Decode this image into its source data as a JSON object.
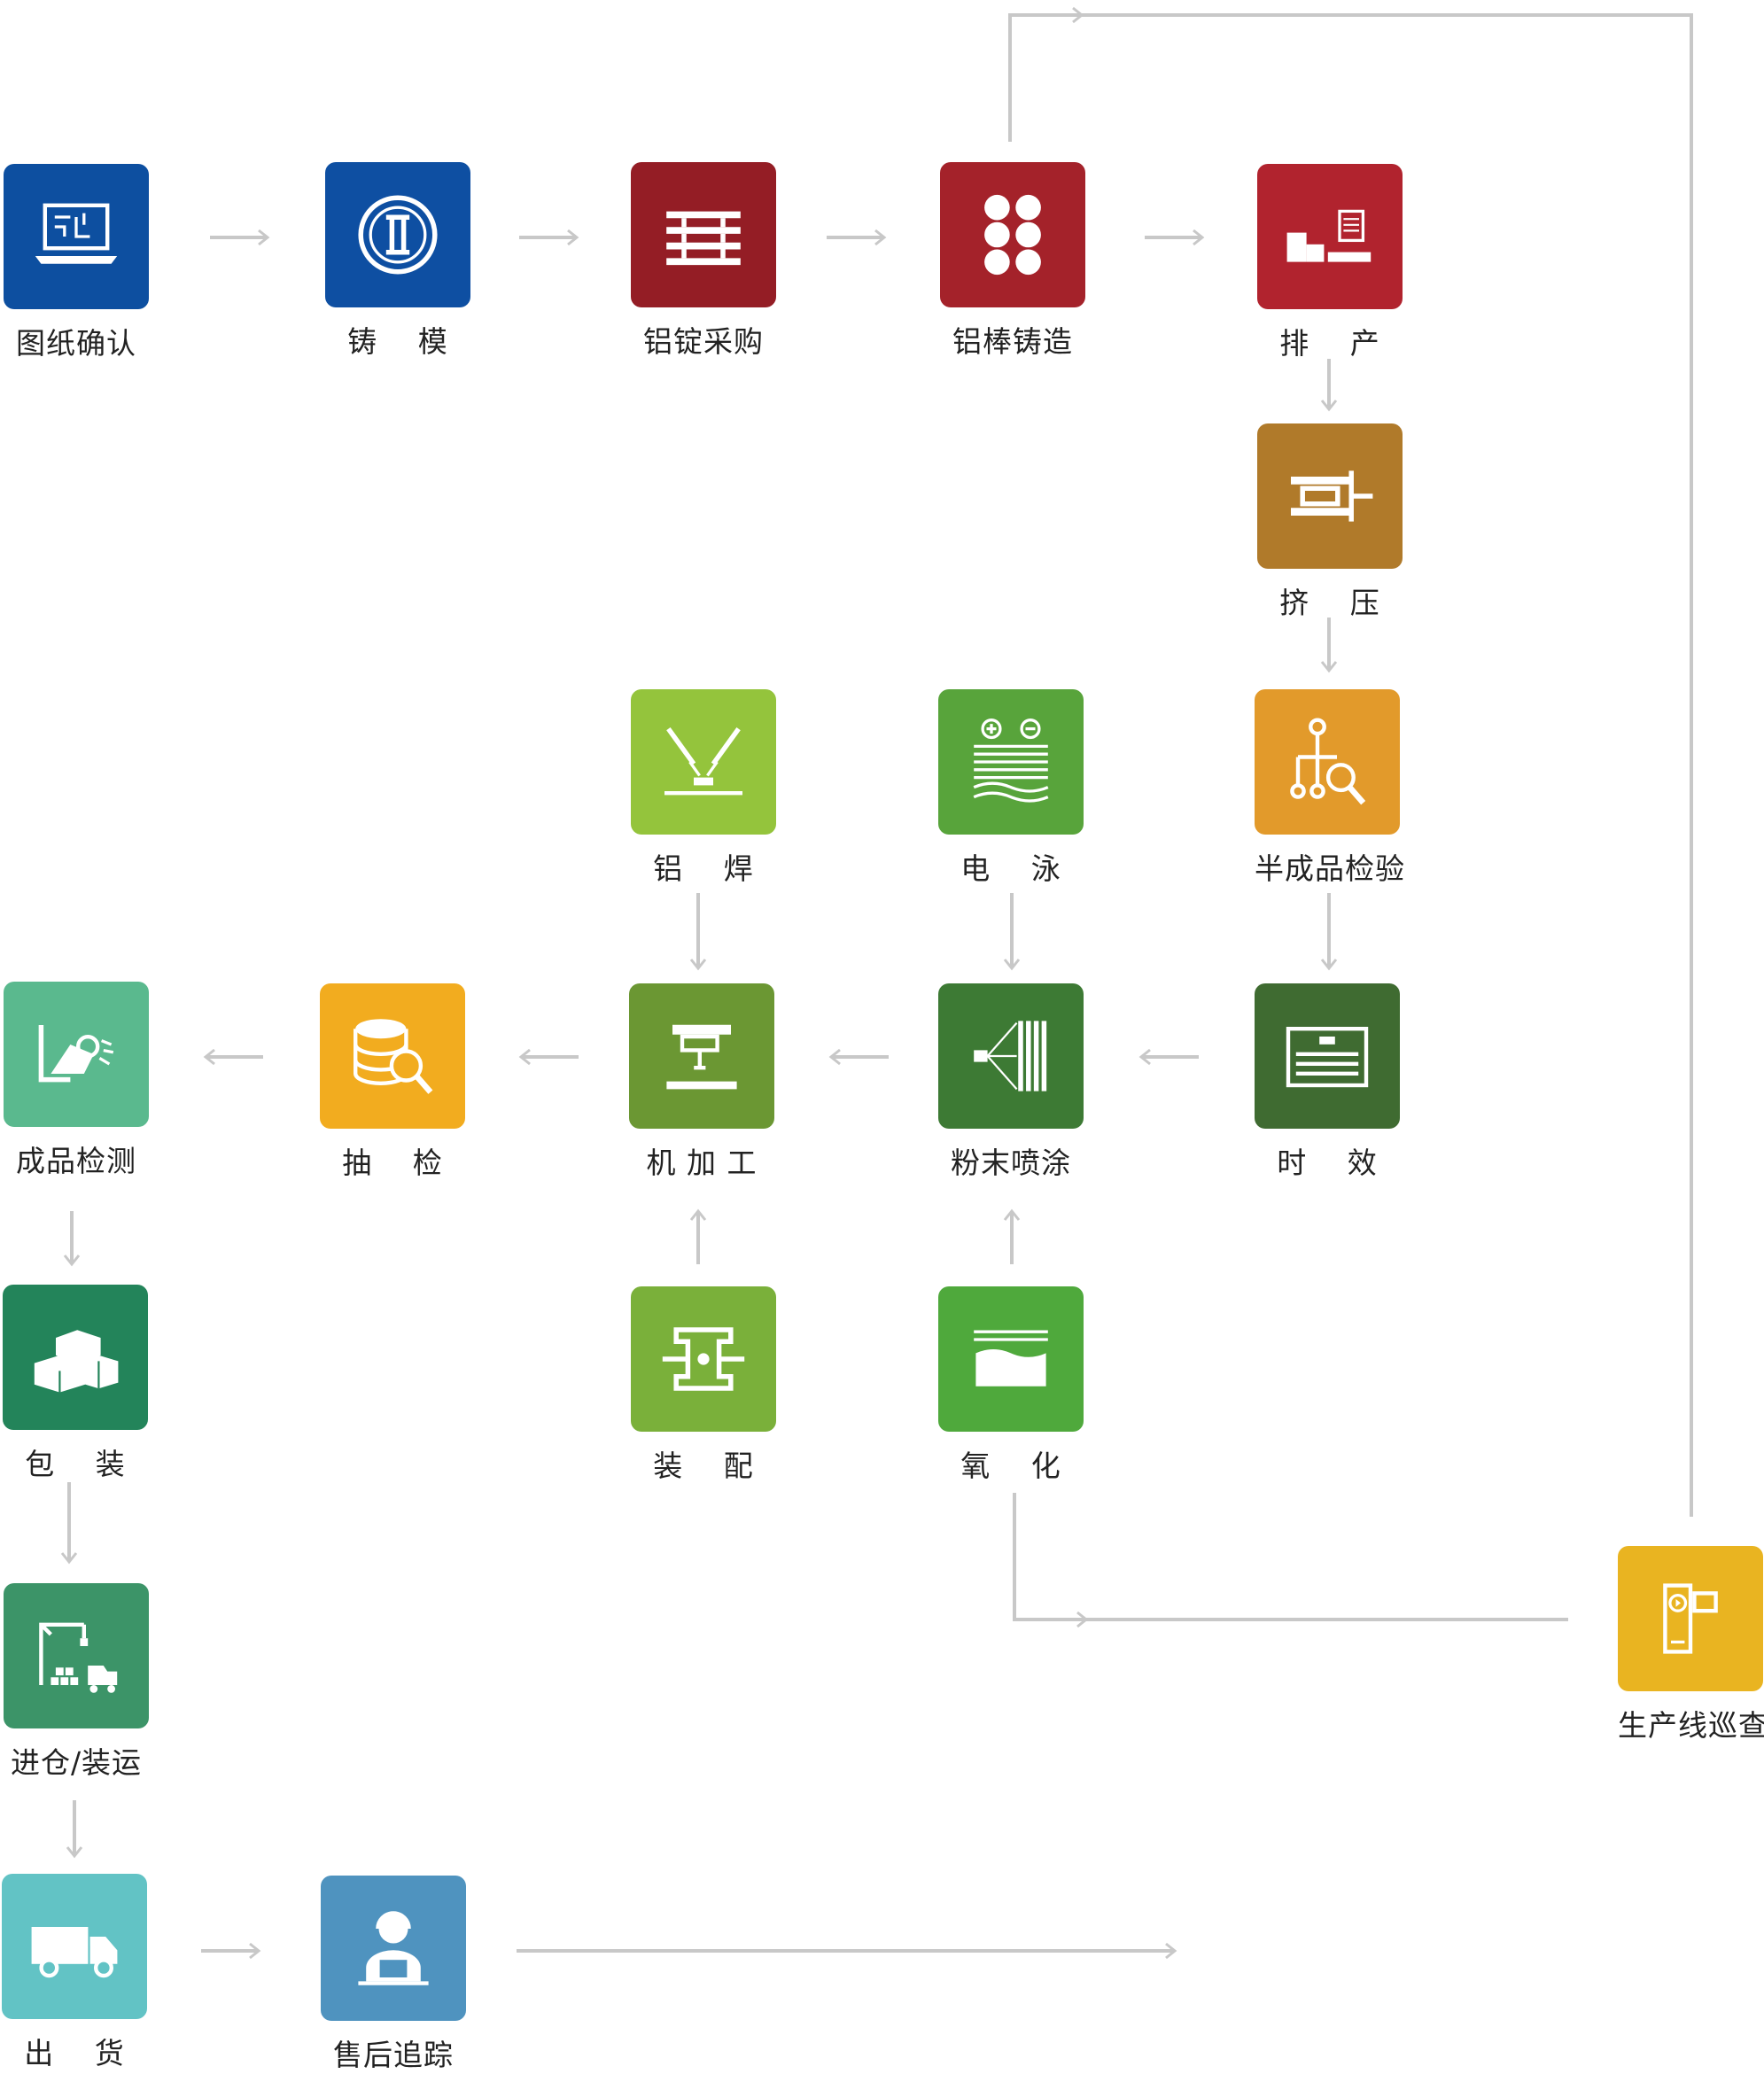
{
  "nodes": {
    "drawing": {
      "label": "图纸确认",
      "color": "#0d4fa0"
    },
    "mold": {
      "label": "铸　 模",
      "color": "#0e4fa2"
    },
    "ingot": {
      "label": "铝锭采购",
      "color": "#941d25"
    },
    "billet": {
      "label": "铝棒铸造",
      "color": "#a4222a"
    },
    "schedule": {
      "label": "排　 产",
      "color": "#b1232e"
    },
    "extrude": {
      "label": "挤　 压",
      "color": "#b07a2a"
    },
    "semi": {
      "label": "半成品检验",
      "color": "#e29a2b"
    },
    "aging": {
      "label": "时　 效",
      "color": "#3f6b31"
    },
    "powder": {
      "label": "粉末喷涂",
      "color": "#3d7a34"
    },
    "electro": {
      "label": "电　 泳",
      "color": "#58a43b"
    },
    "weld": {
      "label": "铝　 焊",
      "color": "#94c43c"
    },
    "machining": {
      "label": "机 加 工",
      "color": "#6b9733"
    },
    "spot": {
      "label": "抽　 检",
      "color": "#f2ac1f"
    },
    "final": {
      "label": "成品检测",
      "color": "#5ab98e"
    },
    "assembly": {
      "label": "装　 配",
      "color": "#7ab03a"
    },
    "oxidize": {
      "label": "氧　 化",
      "color": "#4fa93c"
    },
    "packing": {
      "label": "包　 装",
      "color": "#23845a"
    },
    "warehouse": {
      "label": "进仓/装运",
      "color": "#3c9468"
    },
    "ship": {
      "label": "出　 货",
      "color": "#62c3c5"
    },
    "aftersale": {
      "label": "售后追踪",
      "color": "#4f93bf"
    },
    "patrol": {
      "label": "生产线巡查",
      "color": "#e9b421"
    }
  },
  "line_color": "#c8c8c8"
}
